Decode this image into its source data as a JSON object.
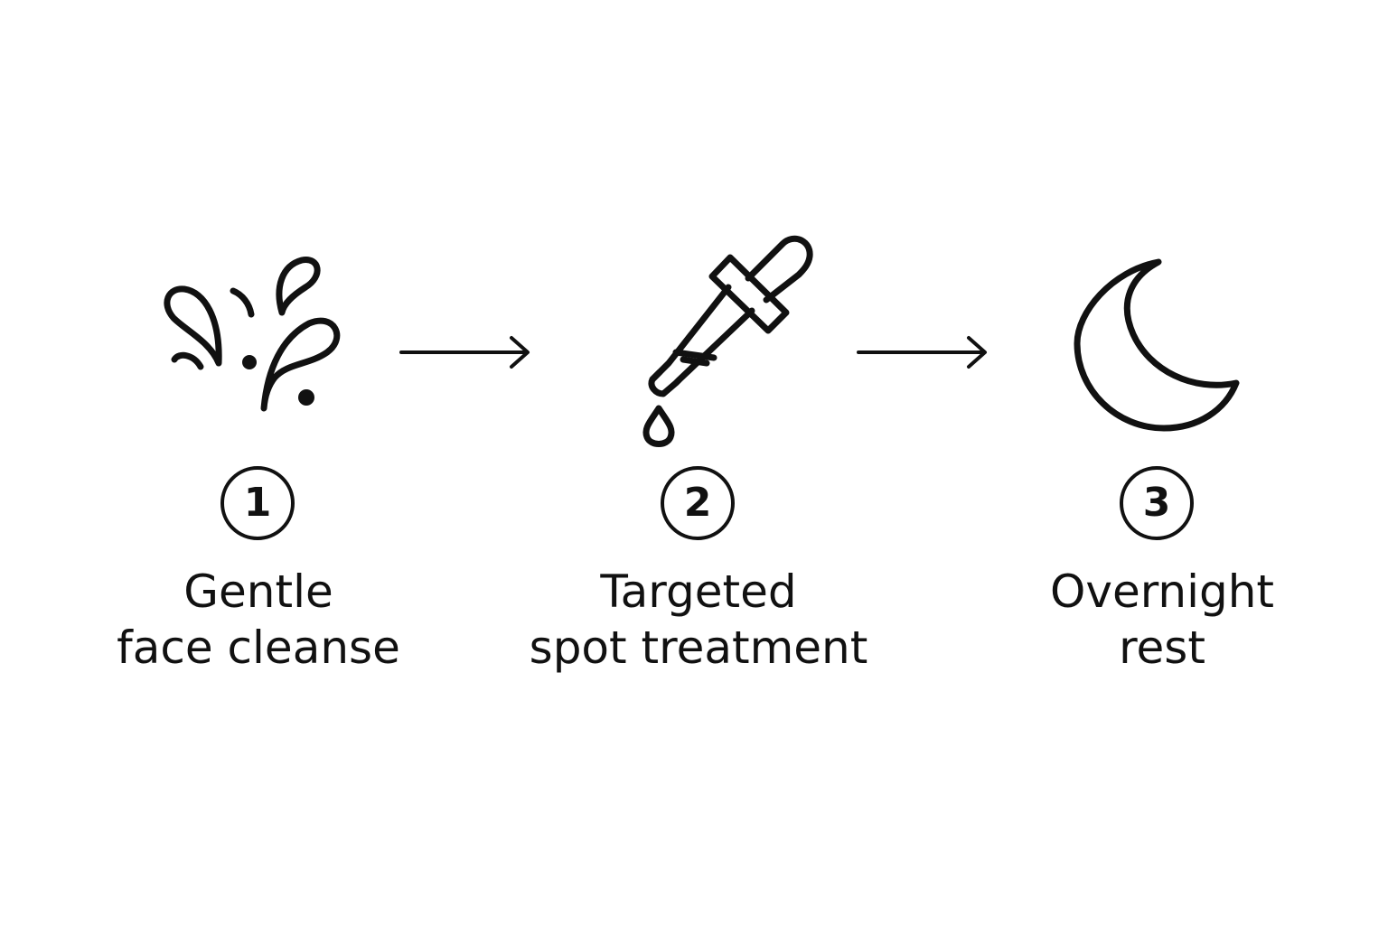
{
  "steps": [
    {
      "number": "1",
      "icon": "splash-icon",
      "label_line1": "Gentle",
      "label_line2": "face cleanse"
    },
    {
      "number": "2",
      "icon": "dropper-icon",
      "label_line1": "Targeted",
      "label_line2": "spot treatment"
    },
    {
      "number": "3",
      "icon": "moon-icon",
      "label_line1": "Overnight",
      "label_line2": "rest"
    }
  ],
  "connectors": [
    "arrow-right-icon",
    "arrow-right-icon"
  ],
  "colors": {
    "stroke": "#111111",
    "background": "#ffffff"
  }
}
